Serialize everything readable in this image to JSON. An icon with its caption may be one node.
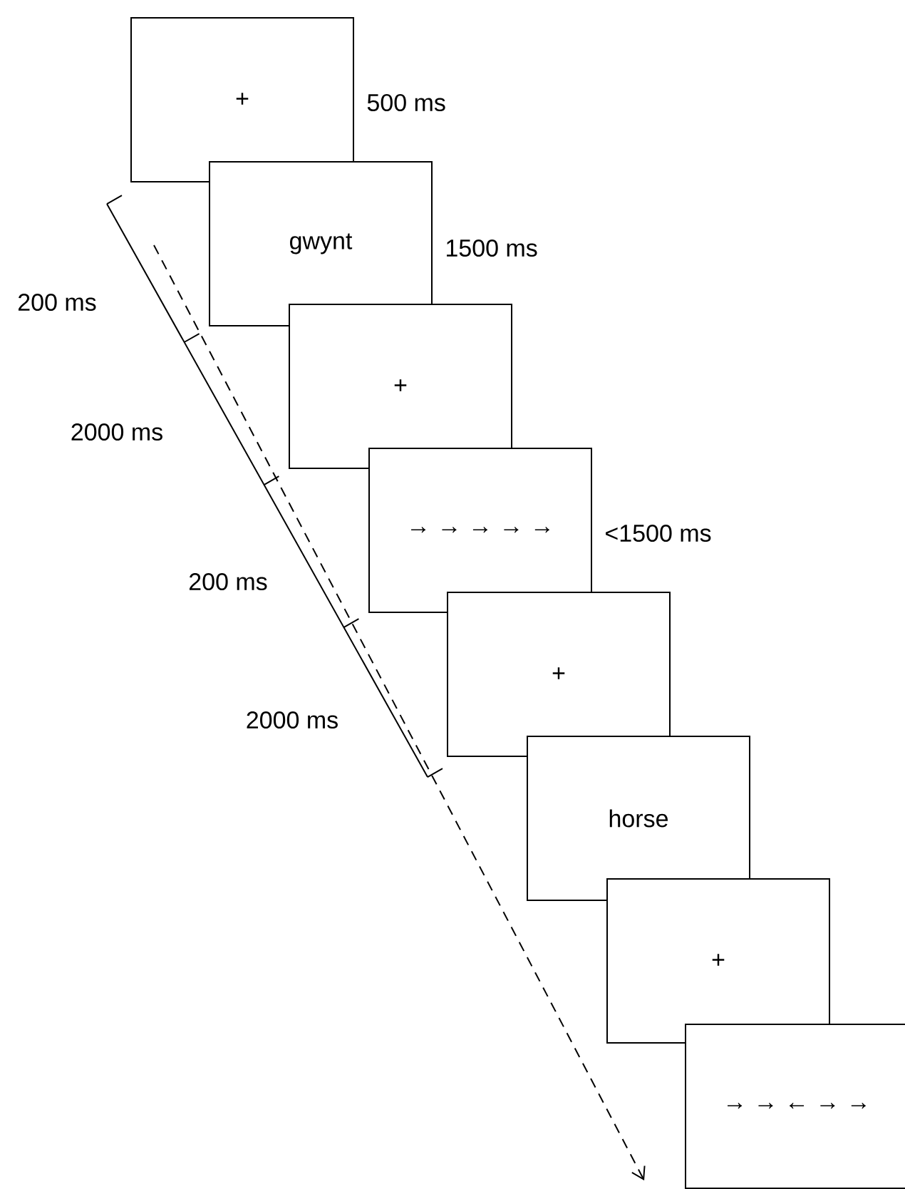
{
  "diagram": {
    "nodes": [
      {
        "text": [
          "+"
        ],
        "beside": [
          "500 ms"
        ]
      },
      {
        "text": [
          "gwynt"
        ],
        "beside": [
          "1500 ms"
        ]
      },
      {
        "text": [
          "+"
        ]
      },
      {
        "text": [
          "→ → → → →"
        ],
        "beside": [
          "<1500 ms"
        ]
      },
      {
        "text": [
          "+"
        ]
      },
      {
        "text": [
          "horse"
        ]
      },
      {
        "text": [
          "+"
        ]
      },
      {
        "text": [
          "→ → ← → →"
        ]
      }
    ],
    "labels": [
      "200 ms",
      "2000 ms",
      "200 ms",
      "2000 ms"
    ]
  }
}
